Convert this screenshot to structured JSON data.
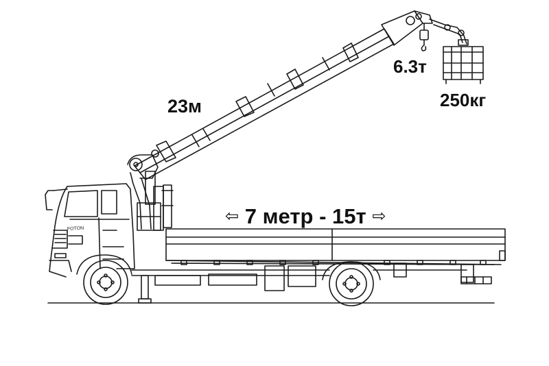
{
  "labels": {
    "boom_length": "23м",
    "hook_capacity": "6.3т",
    "basket_capacity": "250кг",
    "bed_left_arrow": "⇦",
    "bed_spec": "7 метр - 15т",
    "bed_right_arrow": "⇨"
  },
  "truck": {
    "brand_badge": "FOTON"
  },
  "colors": {
    "line": "#1a1a1a",
    "background": "#ffffff"
  }
}
